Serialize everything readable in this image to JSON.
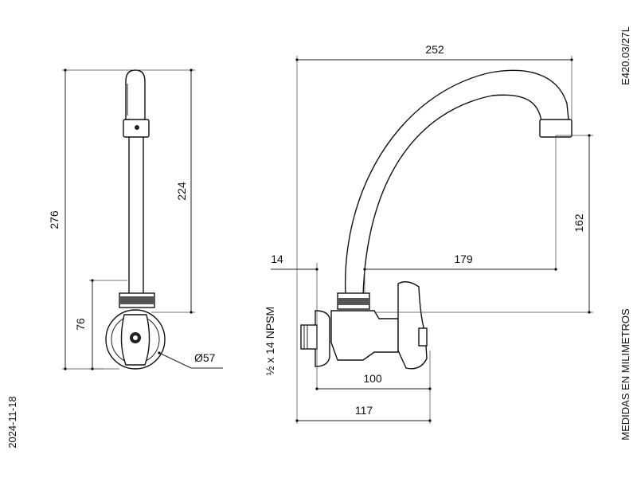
{
  "drawing": {
    "code": "E420.03/27L",
    "units_note": "MEDIDAS EN MILIMETROS",
    "date": "2024-11-18"
  },
  "dimensions": {
    "side_total_height": "276",
    "side_spout_height": "224",
    "side_base_height": "76",
    "side_flange_diameter": "Ø57",
    "front_total_reach": "252",
    "front_spout_height": "162",
    "front_spout_reach": "179",
    "front_wall_offset": "14",
    "front_thread": "½ x 14 NPSM",
    "front_body_length": "100",
    "front_total_length": "117"
  }
}
